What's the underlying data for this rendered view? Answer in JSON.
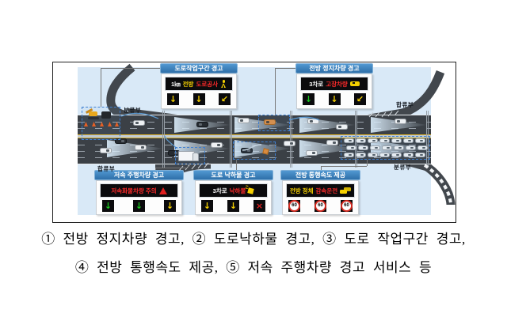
{
  "caption": {
    "line1": "① 전방 정지차량 경고, ② 도로낙하물 경고, ③ 도로 작업구간 경고,",
    "line2": "④ 전방 통행속도 제공, ⑤ 저속 주행차량 경고 서비스 등"
  },
  "diagram": {
    "road_labels": {
      "top_left": "분류부",
      "bottom_left": "합류부",
      "top_right": "합류부",
      "bottom_right": "분류부"
    },
    "callouts": [
      {
        "id": "work-zone-warning",
        "title": "도로작업구간 경고",
        "display": [
          {
            "text": "1㎞",
            "color": "#f8f8f8"
          },
          {
            "text": "전방",
            "color": "#f5d000"
          },
          {
            "text": "도로공사",
            "color": "#ff2a2a"
          }
        ],
        "display_icon": "worker-icon",
        "cells": [
          {
            "kind": "arrow",
            "name": "down-arrow",
            "glyph": "↓",
            "color": "#f5d000"
          },
          {
            "kind": "arrow",
            "name": "down-arrow",
            "glyph": "↓",
            "color": "#f5d000"
          },
          {
            "kind": "arrow",
            "name": "down-left-arrow",
            "glyph": "↙",
            "color": "#f5d000"
          }
        ]
      },
      {
        "id": "stopped-vehicle-warning",
        "title": "전방 정지차량 경고",
        "display": [
          {
            "text": "3차로",
            "color": "#f8f8f8"
          },
          {
            "text": "고장차량",
            "color": "#ff2a2a"
          }
        ],
        "display_icon": "broken-car-icon",
        "cells": [
          {
            "kind": "arrow",
            "name": "down-arrow",
            "glyph": "↓",
            "color": "#19c51e"
          },
          {
            "kind": "arrow",
            "name": "down-arrow",
            "glyph": "↓",
            "color": "#f5d000"
          },
          {
            "kind": "arrow",
            "name": "down-left-arrow",
            "glyph": "↙",
            "color": "#f5d000"
          }
        ]
      },
      {
        "id": "slow-vehicle-warning",
        "title": "저속 주행차량 경고",
        "display": [
          {
            "text": "저속화물차량 주의",
            "color": "#ff2a2a"
          }
        ],
        "display_icon": "warning-triangle-icon",
        "cells": [
          {
            "kind": "arrow",
            "name": "down-arrow",
            "glyph": "↓",
            "color": "#19c51e"
          },
          {
            "kind": "arrow",
            "name": "down-arrow",
            "glyph": "↓",
            "color": "#19c51e"
          },
          {
            "kind": "arrow",
            "name": "down-arrow",
            "glyph": "↓",
            "color": "#f5d000"
          }
        ]
      },
      {
        "id": "falling-object-warning",
        "title": "도로 낙하물 경고",
        "display": [
          {
            "text": "3차로",
            "color": "#f8f8f8"
          },
          {
            "text": "낙하물",
            "color": "#ff2a2a"
          }
        ],
        "display_icon": "falling-object-icon",
        "cells": [
          {
            "kind": "arrow",
            "name": "down-arrow",
            "glyph": "↓",
            "color": "#f5d000"
          },
          {
            "kind": "arrow",
            "name": "down-arrow",
            "glyph": "↓",
            "color": "#f5d000"
          },
          {
            "kind": "x",
            "name": "lane-closed-cross",
            "glyph": "×",
            "color": "#e02020"
          }
        ]
      },
      {
        "id": "speed-info",
        "title": "전방 통행속도 제공",
        "display": [
          {
            "text": "전방 정체",
            "color": "#f5d000"
          },
          {
            "text": "감속운전",
            "color": "#ff2a2a"
          }
        ],
        "display_icon": "congested-cars-icon",
        "cells": [
          {
            "kind": "speed",
            "name": "speed-limit-sign",
            "value": "60"
          },
          {
            "kind": "speed",
            "name": "speed-limit-sign",
            "value": "60"
          },
          {
            "kind": "speed",
            "name": "speed-limit-sign",
            "value": "60"
          }
        ]
      }
    ],
    "colors": {
      "background_sky": "#d9e9f7",
      "road": "#3b4046",
      "header_blue": "#3d88c6",
      "highlight_dashed": "#3f7fd0",
      "arrow_yellow": "#f5d000",
      "arrow_green": "#19c51e",
      "warning_red": "#e02020"
    }
  }
}
